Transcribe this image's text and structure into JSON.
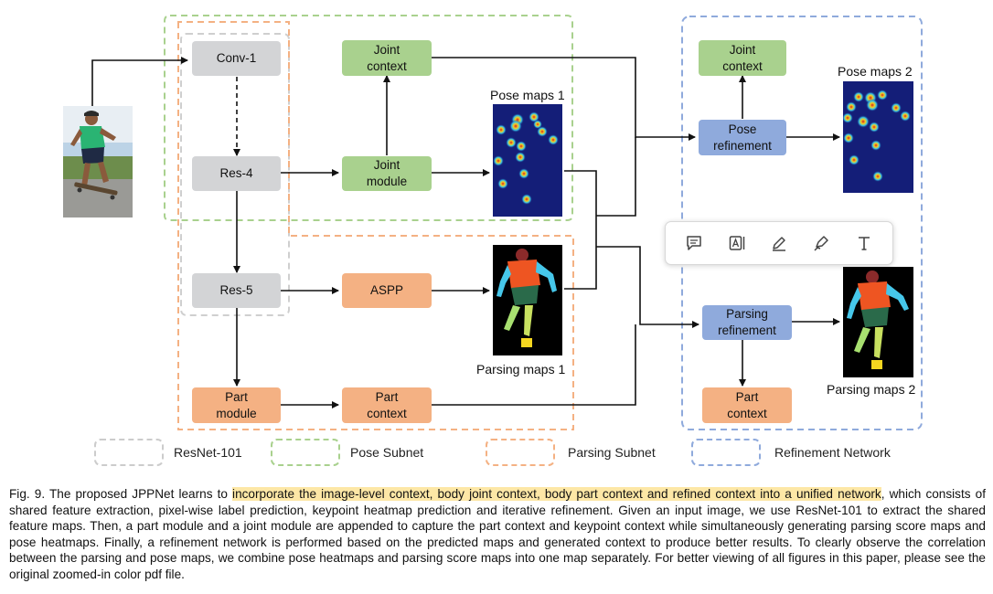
{
  "nodes": {
    "conv1": "Conv-1",
    "res4": "Res-4",
    "res5": "Res-5",
    "joint_context": "Joint\ncontext",
    "joint_module": "Joint\nmodule",
    "aspp": "ASPP",
    "part_module": "Part\nmodule",
    "part_context": "Part\ncontext",
    "joint_context_2": "Joint\ncontext",
    "pose_refinement": "Pose\nrefinement",
    "parsing_refinement": "Parsing\nrefinement",
    "part_context_2": "Part\ncontext"
  },
  "image_labels": {
    "pose_maps_1": "Pose maps 1",
    "parsing_maps_1": "Parsing maps 1",
    "pose_maps_2": "Pose maps 2",
    "parsing_maps_2": "Parsing maps 2"
  },
  "legend": [
    {
      "label": "ResNet-101",
      "color": "#cccccc"
    },
    {
      "label": "Pose Subnet",
      "color": "#a9d18e"
    },
    {
      "label": "Parsing Subnet",
      "color": "#f4b183"
    },
    {
      "label": "Refinement Network",
      "color": "#8faadc"
    }
  ],
  "toolbar": [
    "comment-icon",
    "text-highlight-icon",
    "pen-icon",
    "highlighter-icon",
    "text-icon"
  ],
  "caption": {
    "prefix": "Fig. 9. The proposed JPPNet learns to ",
    "highlight": "incorporate the image-level context, body joint context, body part context and refined context into a unified network",
    "suffix": ", which consists of shared feature extraction, pixel-wise label prediction, keypoint heatmap prediction and iterative refinement. Given an input image, we use ResNet-101 to extract the shared feature maps. Then, a part module and a joint module are appended to capture the part context and keypoint context while simultaneously generating parsing score maps and pose heatmaps. Finally, a refinement network is performed based on the predicted maps and generated context to produce better results. To clearly observe the correlation between the parsing and pose maps, we combine pose heatmaps and parsing score maps into one map separately. For better viewing of all figures in this paper, please see the original zoomed-in color pdf file."
  }
}
